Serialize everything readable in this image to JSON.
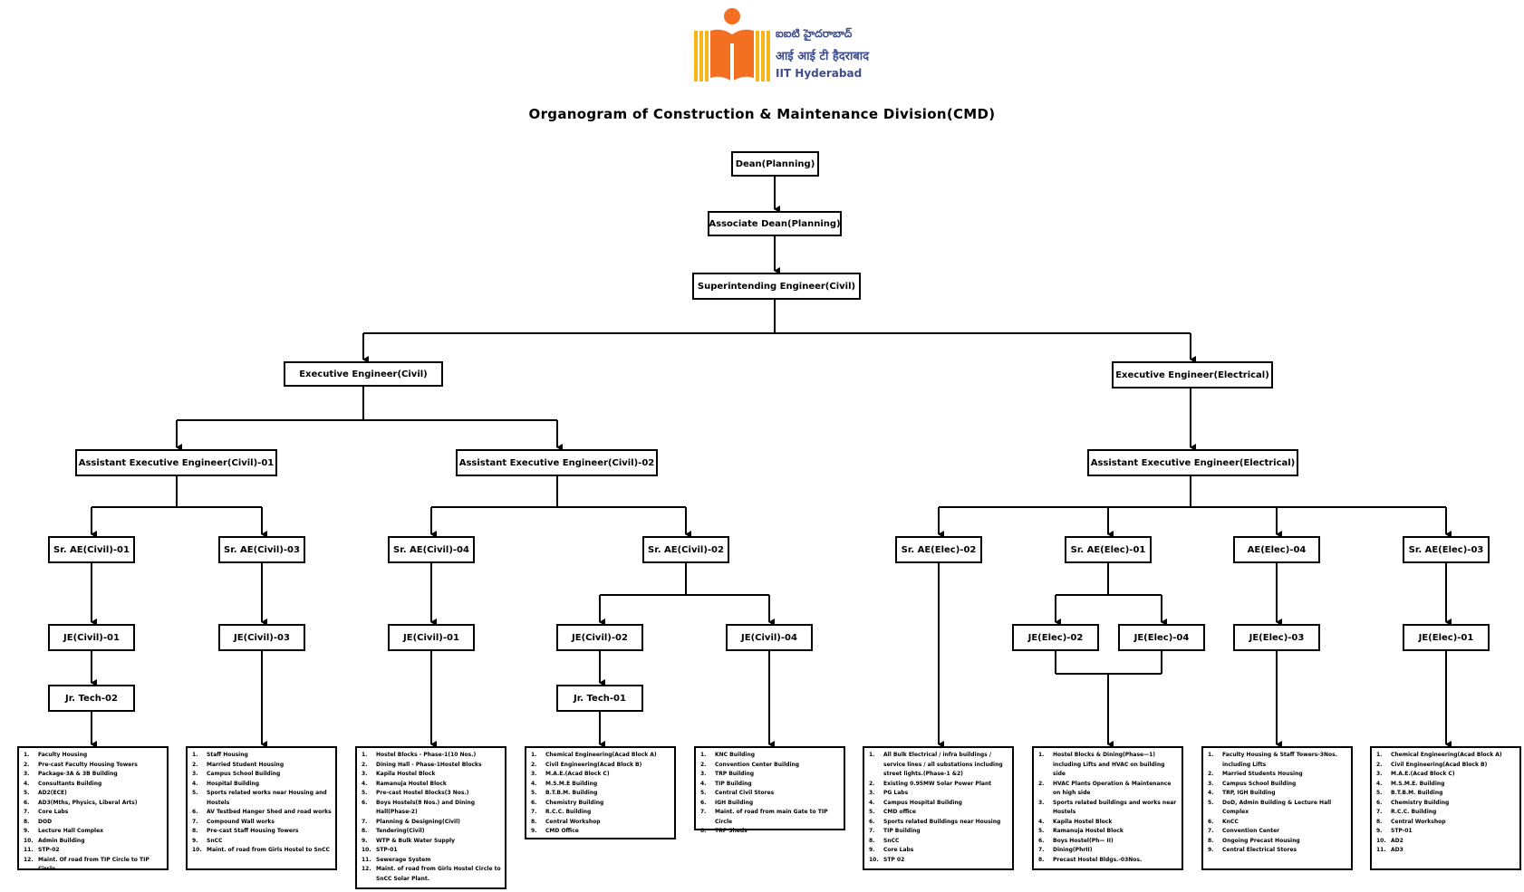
{
  "header": {
    "logo_line1": "ఐఐటి హైదరాబాద్",
    "logo_line2": "आई आई टी हैदराबाद",
    "logo_line3": "IIT Hyderabad",
    "title": "Organogram of Construction & Maintenance Division(CMD)"
  },
  "colors": {
    "logo_orange": "#f36f21",
    "logo_yellow": "#f7b517",
    "logo_text": "#3d4d8c",
    "lines": "#000000"
  },
  "nodes": {
    "dean": "Dean(Planning)",
    "assoc_dean": "Associate Dean(Planning)",
    "se_civil": "Superintending  Engineer(Civil)",
    "ee_civil": "Executive Engineer(Civil)",
    "ee_elec": "Executive Engineer(Electrical)",
    "aee_civil_01": "Assistant Executive Engineer(Civil)-01",
    "aee_civil_02": "Assistant Executive Engineer(Civil)-02",
    "aee_elec": "Assistant Executive Engineer(Electrical)",
    "sr_ae_civil_01": "Sr. AE(Civil)-01",
    "sr_ae_civil_03": "Sr. AE(Civil)-03",
    "sr_ae_civil_04": "Sr. AE(Civil)-04",
    "sr_ae_civil_02": "Sr. AE(Civil)-02",
    "sr_ae_elec_02": "Sr. AE(Elec)-02",
    "sr_ae_elec_01": "Sr. AE(Elec)-01",
    "ae_elec_04": "AE(Elec)-04",
    "sr_ae_elec_03": "Sr. AE(Elec)-03",
    "je_civil_01a": "JE(Civil)-01",
    "je_civil_03": "JE(Civil)-03",
    "je_civil_01b": "JE(Civil)-01",
    "je_civil_02": "JE(Civil)-02",
    "je_civil_04": "JE(Civil)-04",
    "je_elec_02": "JE(Elec)-02",
    "je_elec_04": "JE(Elec)-04",
    "je_elec_03": "JE(Elec)-03",
    "je_elec_01": "JE(Elec)-01",
    "jr_tech_02": "Jr. Tech-02",
    "jr_tech_01": "Jr. Tech-01"
  },
  "lists": {
    "civil_01": [
      "Faculty Housing",
      "Pre-cast Faculty Housing Towers",
      "Package-3A & 3B Building",
      "Consultants Building",
      "AD2(ECE)",
      "AD3(Mths, Physics, Liberal Arts)",
      "Core Labs",
      "DOD",
      "Lecture Hall Complex",
      "Admin Building",
      "STP-02",
      "Maint. Of road from TIP Circle to TIP Circle"
    ],
    "civil_03": [
      "Staff Housing",
      "Married Student Housing",
      "Campus School Building",
      "Hospital Building",
      "Sports related works near Housing and Hostels",
      "AV Testbed Hanger Shed and road works",
      "Compound Wall works",
      "Pre-cast Staff Housing Towers",
      "SnCC",
      "Maint. of road from Girls Hostel to SnCC"
    ],
    "civil_04": [
      "Hostel Blocks - Phase-1(10 Nos.)",
      "Dining Hall - Phase-1Hostel Blocks",
      "Kapila Hostel Block",
      "Ramanuja Hostel Block",
      "Pre-cast Hostel Blocks(3 Nos.)",
      "Boys Hostels(8 Nos.) and Dining Hall(Phase-2)",
      "Planning & Designing(Civil)",
      "Tendering(Civil)",
      "WTP & Bulk Water Supply",
      "STP-01",
      "Sewerage System",
      "Maint. of road from Girls Hostel Circle to SnCC Solar Plant."
    ],
    "civil_02": [
      "Chemical Engineering(Acad Block A)",
      "Civil Engineering(Acad Block B)",
      "M.A.E.(Acad Block C)",
      "M.S.M.E Building",
      "B.T.B.M. Building",
      "Chemistry Building",
      "R.C.C. Building",
      "Central Workshop",
      "CMD Office"
    ],
    "civil_je04": [
      "KNC Building",
      "Convention Center Building",
      "TRP Building",
      "TIP Building",
      "Central Civil Stores",
      "IGH Building",
      "Maint. of road from main Gate to TIP Circle",
      "TRP Sheds"
    ],
    "elec_02": [
      "All Bulk Electrical / infra buildings / service lines / all substations including street lights.(Phase-1 &2)",
      "Existing 0.95MW Solar Power Plant",
      "PG Labs",
      "Campus Hospital Building",
      "CMD office",
      "Sports related Buildings near Housing",
      "TIP Building",
      "SnCC",
      "Core Labs",
      "STP 02"
    ],
    "elec_01": [
      "Hostel Blocks & Dining(Phase—1) including Lifts and HVAC on building side",
      "HVAC Plants Operation & Maintenance on high side",
      "Sports related buildings and works near Hostels",
      "Kapila Hostel Block",
      "Ramanuja Hostel Block",
      "Boys Hostel(Ph— II)",
      "Dining(PhrII)",
      "Precast Hostel Bldgs.-03Nos."
    ],
    "elec_04": [
      "Faculty Housing & Staff Towers-3Nos. including Lifts",
      "Married Students Housing",
      "Campus School Building",
      "TRP, IGH Building",
      "DoD, Admin Building & Lecture Hall Complex",
      "KnCC",
      "Convention Center",
      "Ongoing Precast Housing",
      "Central Electrical Stores"
    ],
    "elec_03": [
      "Chemical Engineering(Acad Block A)",
      "Civil Engineering(Acad Block B)",
      "M.A.E.(Acad Block C)",
      "M.S.M.E. Building",
      "B.T.B.M. Building",
      "Chemistry Building",
      "R.C.C. Building",
      "Central Workshop",
      "STP-01",
      "AD2",
      "AD3"
    ]
  }
}
